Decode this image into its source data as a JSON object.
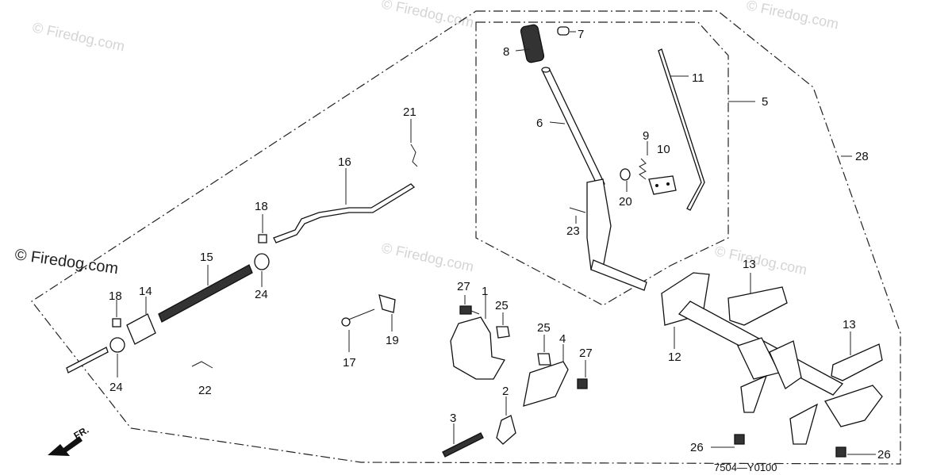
{
  "watermarks": {
    "text_top_left": "© Firedog.com",
    "text_top_mid": "© Firedog.com",
    "text_top_right": "© Firedog.com",
    "text_mid_left": "© Firedog.com",
    "text_mid_center": "© Firedog.com",
    "text_mid_right": "© Firedog.com"
  },
  "diagram_ref": "7504—Y0100",
  "front_indicator": "FR.",
  "labels": {
    "p1": "1",
    "p2": "2",
    "p3": "3",
    "p4": "4",
    "p5": "5",
    "p6": "6",
    "p7": "7",
    "p8": "8",
    "p9": "9",
    "p10": "10",
    "p11": "11",
    "p12": "12",
    "p13a": "13",
    "p13b": "13",
    "p14": "14",
    "p15": "15",
    "p16": "16",
    "p17": "17",
    "p18a": "18",
    "p18b": "18",
    "p19": "19",
    "p20": "20",
    "p21": "21",
    "p22": "22",
    "p23": "23",
    "p24a": "24",
    "p24b": "24",
    "p25a": "25",
    "p25b": "25",
    "p26a": "26",
    "p26b": "26",
    "p27a": "27",
    "p27b": "27",
    "p28": "28"
  }
}
